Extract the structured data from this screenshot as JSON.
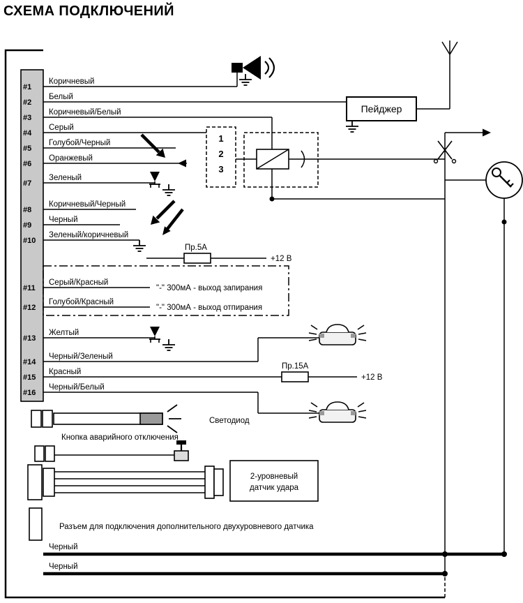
{
  "title": "СХЕМА ПОДКЛЮЧЕНИЙ",
  "pins": [
    {
      "number": "#1",
      "label": "Коричневый"
    },
    {
      "number": "#2",
      "label": "Белый"
    },
    {
      "number": "#3",
      "label": "Коричневый/Белый"
    },
    {
      "number": "#4",
      "label": "Серый"
    },
    {
      "number": "#5",
      "label": "Голубой/Черный"
    },
    {
      "number": "#6",
      "label": "Оранжевый"
    },
    {
      "number": "#7",
      "label": "Зеленый"
    },
    {
      "number": "#8",
      "label": "Коричневый/Черный"
    },
    {
      "number": "#9",
      "label": "Черный"
    },
    {
      "number": "#10",
      "label": "Зеленый/коричневый"
    },
    {
      "number": "#11",
      "label": "Серый/Красный"
    },
    {
      "number": "#12",
      "label": "Голубой/Красный"
    },
    {
      "number": "#13",
      "label": "Желтый"
    },
    {
      "number": "#14",
      "label": "Черный/Зеленый"
    },
    {
      "number": "#15",
      "label": "Красный"
    },
    {
      "number": "#16",
      "label": "Черный/Белый"
    }
  ],
  "pager_label": "Пейджер",
  "ignition_pins": [
    "1",
    "2",
    "3"
  ],
  "fuse_5a": {
    "label": "Пр.5А",
    "target": "+12 В"
  },
  "fuse_15a": {
    "label": "Пр.15А",
    "target": "+12 В"
  },
  "lock_outputs": {
    "lock": "\"-\" 300мА - выход запирания",
    "unlock": "\"-\" 300мА - выход отпирания"
  },
  "led_label": "Светодиод",
  "valet_label": "Кнопка аварийного отключения",
  "shock_sensor": {
    "line1": "2-уровневый",
    "line2": "датчик удара"
  },
  "aux_connector_label": "Разъем для подключения дополнительного двухуровневого датчика",
  "ground_wires": [
    "Черный",
    "Черный"
  ],
  "colors": {
    "connector_fill": "#c9c9c9",
    "line": "#000000"
  }
}
